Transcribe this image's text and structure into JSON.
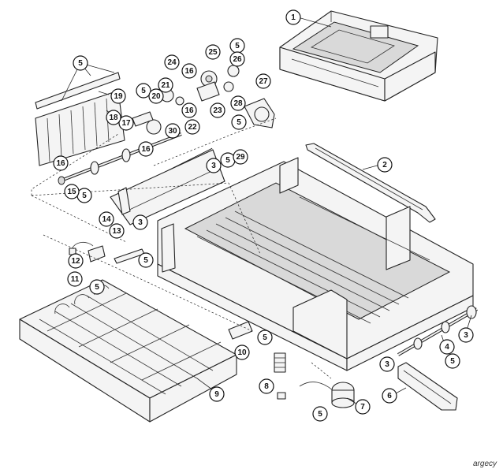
{
  "brand": "argecy",
  "callouts": [
    {
      "id": "c1",
      "label": "1"
    },
    {
      "id": "c2",
      "label": "2"
    },
    {
      "id": "c3a",
      "label": "3"
    },
    {
      "id": "c3b",
      "label": "3"
    },
    {
      "id": "c3c",
      "label": "3"
    },
    {
      "id": "c3d",
      "label": "3"
    },
    {
      "id": "c4",
      "label": "4"
    },
    {
      "id": "c5a",
      "label": "5"
    },
    {
      "id": "c5b",
      "label": "5"
    },
    {
      "id": "c5c",
      "label": "5"
    },
    {
      "id": "c5d",
      "label": "5"
    },
    {
      "id": "c5e",
      "label": "5"
    },
    {
      "id": "c5f",
      "label": "5"
    },
    {
      "id": "c5g",
      "label": "5"
    },
    {
      "id": "c5h",
      "label": "5"
    },
    {
      "id": "c5i",
      "label": "5"
    },
    {
      "id": "c5j",
      "label": "5"
    },
    {
      "id": "c5k",
      "label": "5"
    },
    {
      "id": "c6",
      "label": "6"
    },
    {
      "id": "c7",
      "label": "7"
    },
    {
      "id": "c8",
      "label": "8"
    },
    {
      "id": "c9",
      "label": "9"
    },
    {
      "id": "c10",
      "label": "10"
    },
    {
      "id": "c11",
      "label": "11"
    },
    {
      "id": "c12",
      "label": "12"
    },
    {
      "id": "c13",
      "label": "13"
    },
    {
      "id": "c14",
      "label": "14"
    },
    {
      "id": "c15",
      "label": "15"
    },
    {
      "id": "c16a",
      "label": "16"
    },
    {
      "id": "c16b",
      "label": "16"
    },
    {
      "id": "c16c",
      "label": "16"
    },
    {
      "id": "c16d",
      "label": "16"
    },
    {
      "id": "c17",
      "label": "17"
    },
    {
      "id": "c18",
      "label": "18"
    },
    {
      "id": "c19",
      "label": "19"
    },
    {
      "id": "c20",
      "label": "20"
    },
    {
      "id": "c21",
      "label": "21"
    },
    {
      "id": "c22",
      "label": "22"
    },
    {
      "id": "c23",
      "label": "23"
    },
    {
      "id": "c24",
      "label": "24"
    },
    {
      "id": "c25",
      "label": "25"
    },
    {
      "id": "c26",
      "label": "26"
    },
    {
      "id": "c27",
      "label": "27"
    },
    {
      "id": "c28",
      "label": "28"
    },
    {
      "id": "c29",
      "label": "29"
    },
    {
      "id": "c30",
      "label": "30"
    }
  ]
}
